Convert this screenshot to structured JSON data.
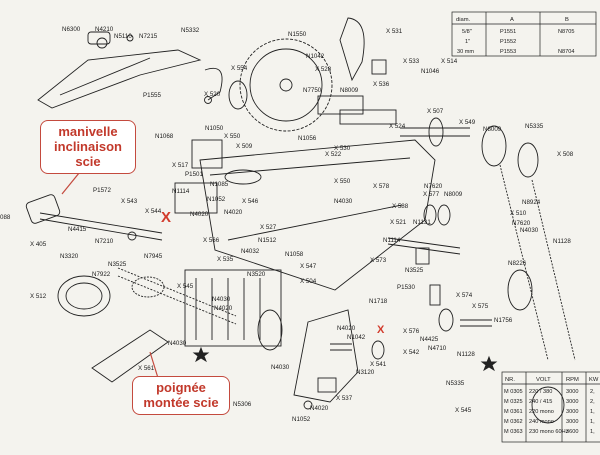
{
  "callouts": {
    "top_lines": [
      "manivelle",
      "inclinaison",
      "scie"
    ],
    "bottom_lines": [
      "poignée",
      "montée scie"
    ]
  },
  "marks": {
    "x": "X"
  },
  "spec_table_top": {
    "headers": [
      "diam.",
      "A",
      "B"
    ],
    "rows": [
      [
        "5/8\"",
        "P1551",
        "N8705"
      ],
      [
        "1\"",
        "P1552",
        ""
      ],
      [
        "30 mm",
        "P1553",
        "N8704"
      ]
    ]
  },
  "spec_table_bottom": {
    "headers": [
      "NR.",
      "VOLT",
      "RPM",
      "KW"
    ],
    "rows": [
      [
        "M 0305",
        "220 / 380",
        "3000",
        "2,"
      ],
      [
        "M 0325",
        "240 / 415",
        "3000",
        "2,"
      ],
      [
        "M 0361",
        "220 mono",
        "3000",
        "1,"
      ],
      [
        "M 0362",
        "240 mono",
        "3000",
        "1,"
      ],
      [
        "M 0363",
        "230 mono 60Hz",
        "3600",
        "1,"
      ]
    ]
  },
  "labels": {
    "l1": "N6300",
    "l2": "N4210",
    "l3": "N5110",
    "l4": "N7215",
    "l5": "N5332",
    "l6": "P1555",
    "l7": "X 520",
    "l8": "X 554",
    "l9": "N1550",
    "l10": "N1042",
    "l11": "X 528",
    "l12": "X 531",
    "l13": "X 533",
    "l14": "X 514",
    "l15": "N1046",
    "l16": "N7750",
    "l17": "N8009",
    "l18": "X 536",
    "l19": "X 507",
    "l20": "X 524",
    "l21": "X 549",
    "l22": "N8009",
    "l23": "N5335",
    "l24": "N1068",
    "l25": "N1050",
    "l26": "X 550",
    "l27": "X 509",
    "l28": "N1056",
    "l29": "X 522",
    "l30": "X 530",
    "l31": "X 508",
    "l32": "X 517",
    "l33": "P1501",
    "l34": "N1114",
    "l35": "N1085",
    "l36": "N1052",
    "l37": "N4020",
    "l38": "X 546",
    "l39": "X 550",
    "l40": "X 578",
    "l41": "N7620",
    "l42": "X 577",
    "l43": "N8009",
    "l44": "N4030",
    "l45": "X 588",
    "l46": "N8924",
    "l47": "X 510",
    "l48": "N7620",
    "l49": "P1572",
    "l50": "X 543",
    "l51": "X 544",
    "l52": "N4020",
    "l53": "X 527",
    "l54": "X 521",
    "l55": "N1131",
    "l56": "N4030",
    "l57": "N1128",
    "l58": "088",
    "l59": "X 405",
    "l60": "N4415",
    "l61": "N7210",
    "l62": "N3320",
    "l63": "N3525",
    "l64": "N7922",
    "l65": "N7945",
    "l66": "N1512",
    "l67": "N1058",
    "l68": "X 547",
    "l69": "N1114",
    "l70": "X 573",
    "l71": "N4032",
    "l72": "X 566",
    "l73": "X 535",
    "l74": "N3520",
    "l75": "N8226",
    "l76": "N3525",
    "l77": "X 512",
    "l78": "X 545",
    "l79": "N4030",
    "l80": "N4020",
    "l81": "X 504",
    "l82": "N1718",
    "l83": "P1530",
    "l84": "X 574",
    "l85": "X 575",
    "l86": "N4020",
    "l87": "N1042",
    "l88": "X 576",
    "l89": "N4425",
    "l90": "N4710",
    "l91": "N1756",
    "l92": "N1128",
    "l93": "N4030",
    "l94": "X 561",
    "l95": "X 541",
    "l96": "X 542",
    "l97": "N3120",
    "l98": "N5335",
    "l99": "N4030",
    "l100": "X 537",
    "l101": "N5306",
    "l102": "N4020",
    "l103": "N1052",
    "l104": "X 545"
  }
}
